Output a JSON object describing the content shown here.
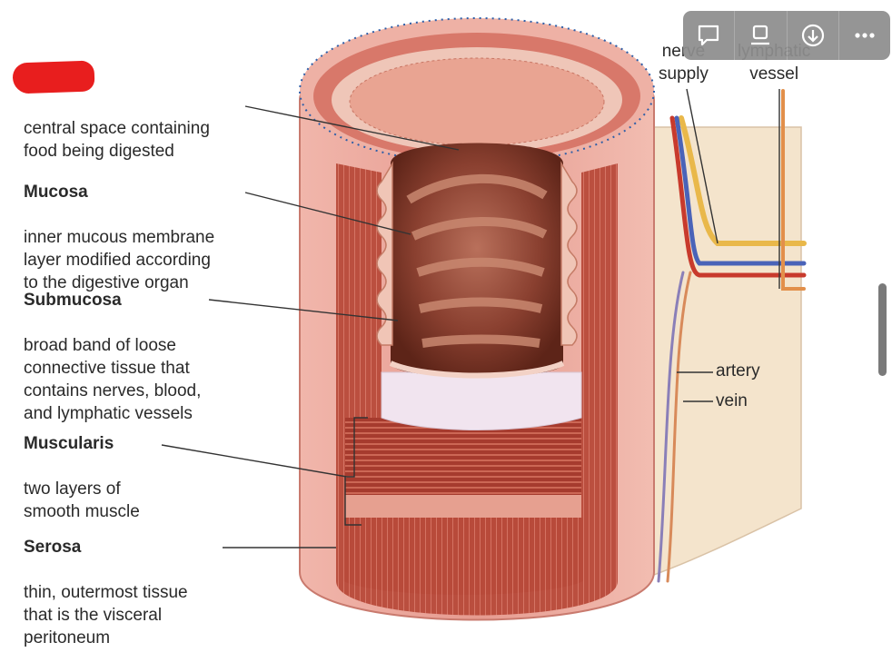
{
  "left_labels": [
    {
      "title": "",
      "desc": "central space containing\nfood being digested"
    },
    {
      "title": "Mucosa",
      "desc": "inner mucous membrane\nlayer modified according\nto the digestive organ"
    },
    {
      "title": "Submucosa",
      "desc": "broad band of loose\nconnective tissue that\ncontains nerves, blood,\nand lymphatic vessels"
    },
    {
      "title": "Muscularis",
      "desc": "two layers of\nsmooth muscle"
    },
    {
      "title": "Serosa",
      "desc": "thin, outermost tissue\nthat is the visceral\nperitoneum"
    }
  ],
  "right_labels": {
    "nerve": "nerve\nsupply",
    "lymphatic": "lymphatic\nvessel",
    "artery": "artery",
    "vein": "vein"
  },
  "toolbar": [
    "comment-icon",
    "present-icon",
    "download-icon",
    "more-icon"
  ],
  "colors": {
    "tissue_outer": "#e8a59a",
    "muscle": "#b8463a",
    "lumen": "#7a3424",
    "submucosa": "#efe3ec",
    "mesentery": "#f3e2cc",
    "redact": "#e81e1e"
  }
}
